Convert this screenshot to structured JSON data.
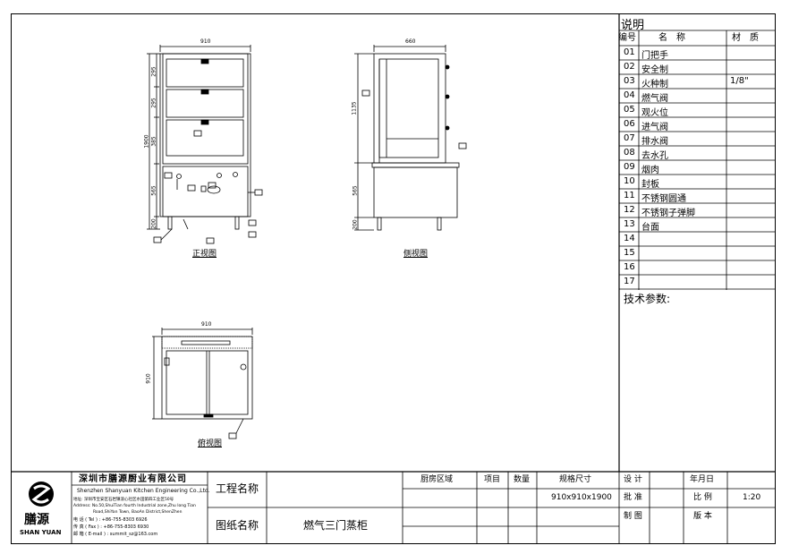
{
  "legend": {
    "title": "说明",
    "headers": {
      "no": "编号",
      "name": "名　称",
      "material": "材　质"
    },
    "items": [
      {
        "no": "01",
        "name": "门把手",
        "material": ""
      },
      {
        "no": "02",
        "name": "安全制",
        "material": ""
      },
      {
        "no": "03",
        "name": "火种制",
        "material": "1/8\""
      },
      {
        "no": "04",
        "name": "燃气阀",
        "material": ""
      },
      {
        "no": "05",
        "name": "观火位",
        "material": ""
      },
      {
        "no": "06",
        "name": "进气阀",
        "material": ""
      },
      {
        "no": "07",
        "name": "排水阀",
        "material": ""
      },
      {
        "no": "08",
        "name": "去水孔",
        "material": ""
      },
      {
        "no": "09",
        "name": "烟肉",
        "material": ""
      },
      {
        "no": "10",
        "name": "封板",
        "material": ""
      },
      {
        "no": "11",
        "name": "不锈钢圆通",
        "material": ""
      },
      {
        "no": "12",
        "name": "不锈钢子弹脚",
        "material": ""
      },
      {
        "no": "13",
        "name": "台面",
        "material": ""
      },
      {
        "no": "14",
        "name": "",
        "material": ""
      },
      {
        "no": "15",
        "name": "",
        "material": ""
      },
      {
        "no": "16",
        "name": "",
        "material": ""
      },
      {
        "no": "17",
        "name": "",
        "material": ""
      }
    ],
    "tech_params": "技术参数:"
  },
  "views": {
    "front": {
      "label": "正视图",
      "width": "910",
      "heights": [
        "295",
        "295",
        "385",
        "565",
        "200"
      ],
      "total": "1900"
    },
    "side": {
      "label": "侧视图",
      "width": "660",
      "heights": [
        "1135",
        "565",
        "200"
      ]
    },
    "top": {
      "label": "俯视图",
      "width": "910",
      "depth": "910"
    }
  },
  "title_block": {
    "company_cn": "深圳市膳源厨业有限公司",
    "company_en": "Shenzhen Shanyuan Kitchen Engineering Co.,Ltd.",
    "address_cn": "地址: 深圳市宝安区石岩镇浪心社区水田第四工业区50号",
    "address_en1": "Address: No.50,ShuiTian fourth Industrial zone,Zhu long Tian",
    "address_en2": "Road,ShiYan Town, BaoAn District,ShenZhen",
    "tel": "电 话 ( Tel ) : +86-755-8303 6926",
    "fax": "传 真 ( Fax ) : +86-755-8303 6930",
    "email": "邮 箱 ( E-mail ) : summit_sz@163.com",
    "logo_cn": "膳源",
    "logo_en": "SHAN YUAN",
    "project_label": "工程名称",
    "drawing_label": "图纸名称",
    "drawing_name": "燃气三门蒸柜",
    "area_label": "厨房区域",
    "item_label": "项目",
    "qty_label": "数量",
    "spec_label": "规格尺寸",
    "spec_value": "910x910x1900",
    "design_label": "设 计",
    "approve_label": "批 准",
    "draw_label": "制 图",
    "date_label": "年月日",
    "scale_label": "比 例",
    "scale_value": "1:20",
    "version_label": "版 本"
  }
}
